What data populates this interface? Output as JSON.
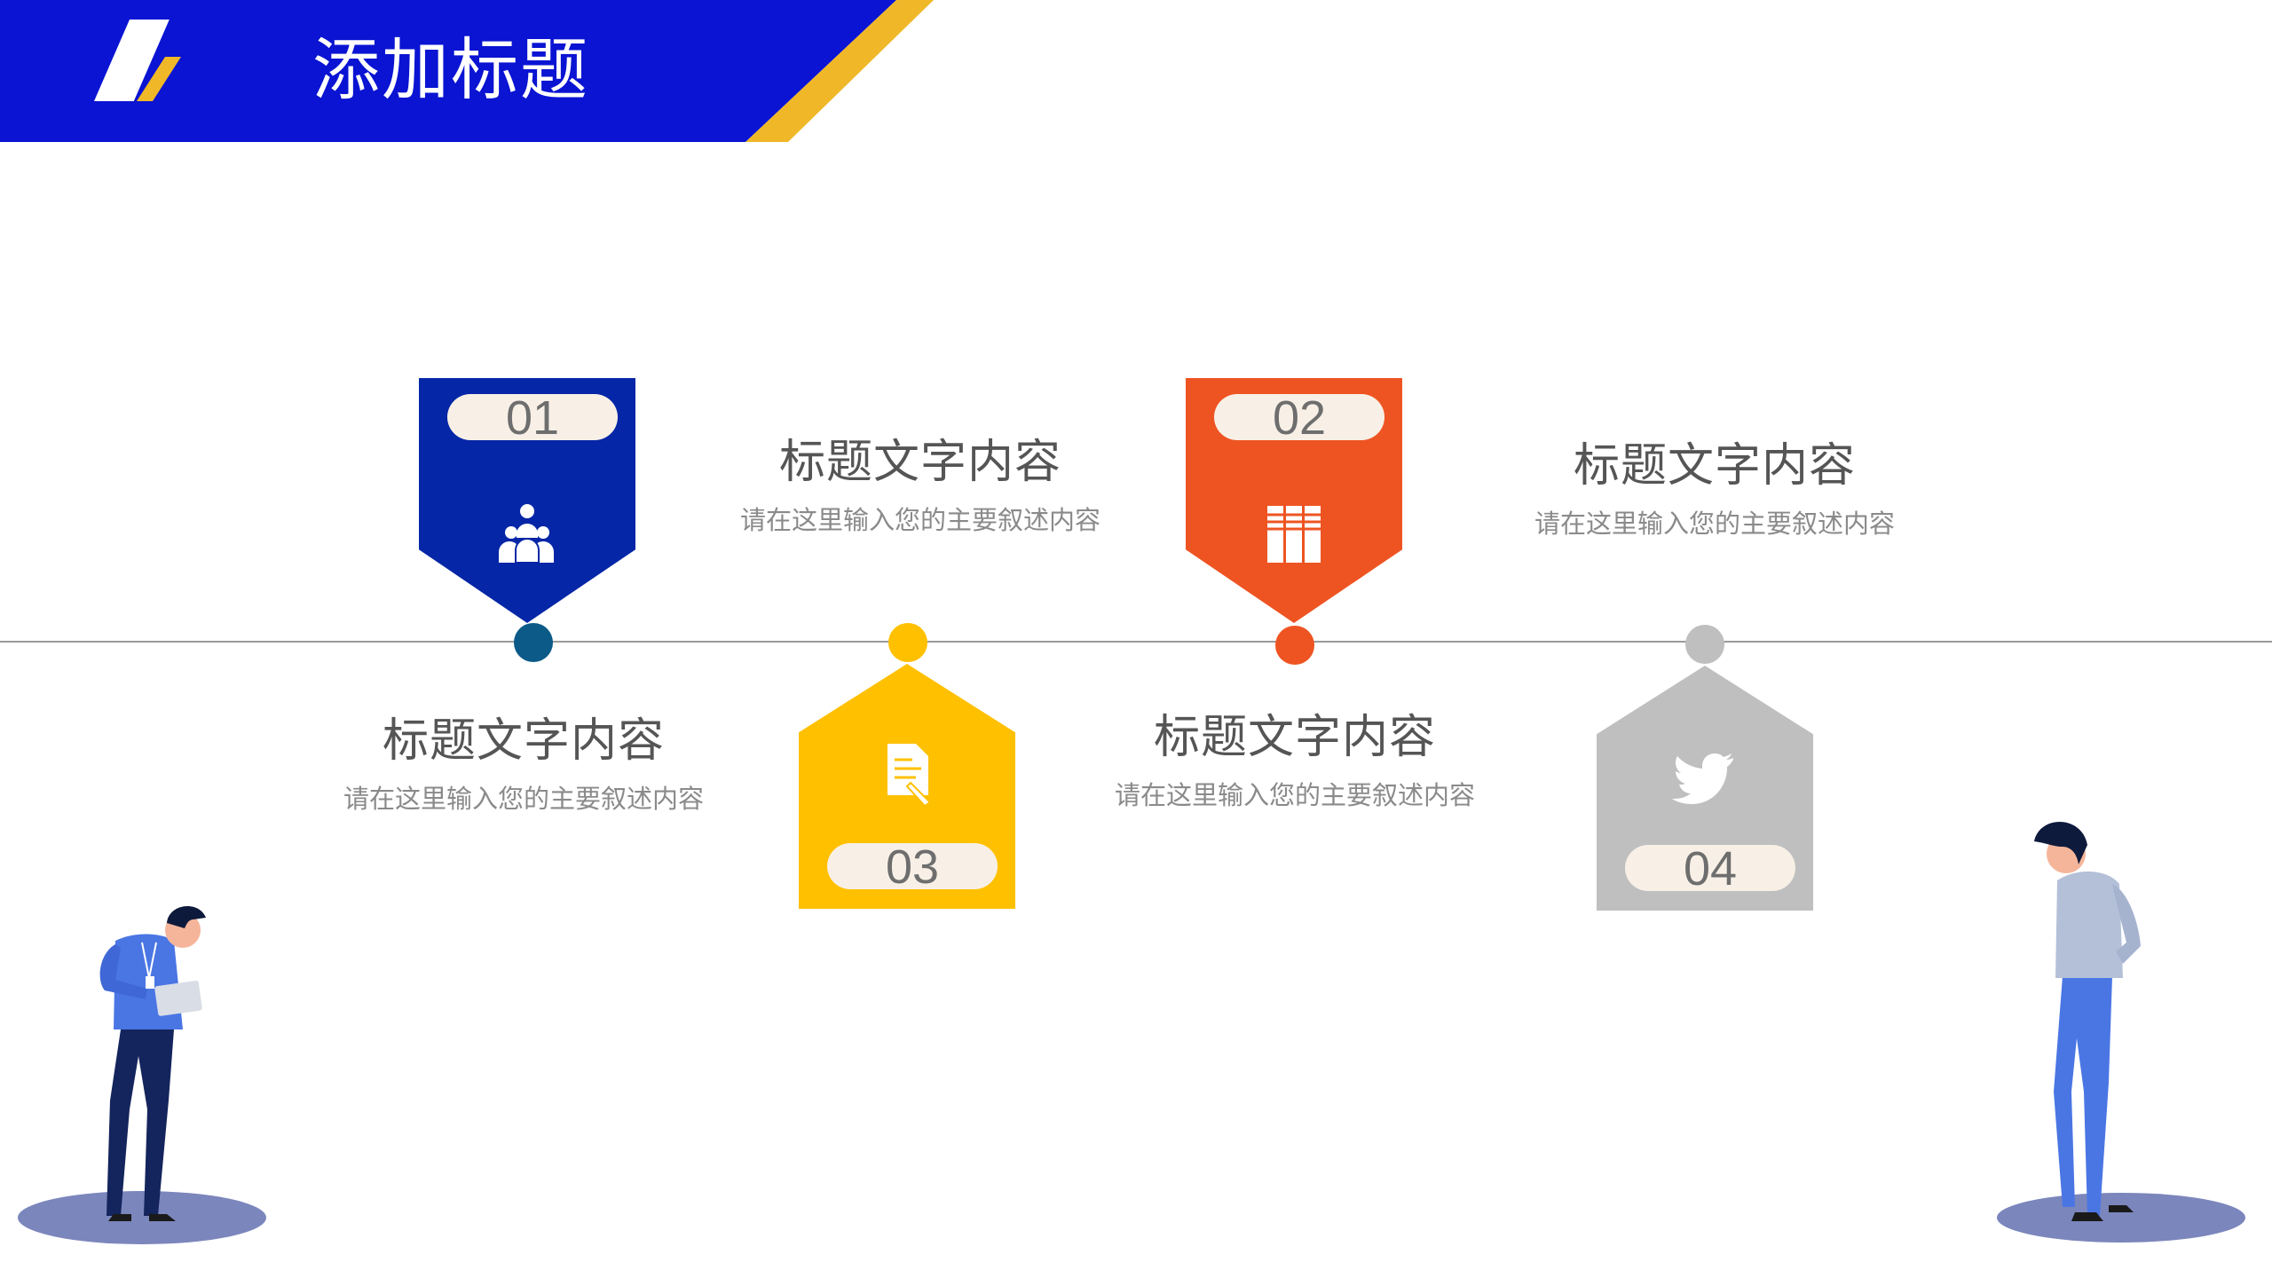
{
  "header": {
    "title": "添加标题",
    "colors": {
      "blue": "#0a14d2",
      "yellow": "#f0b828"
    }
  },
  "timeline": {
    "steps": [
      {
        "number": "01",
        "color": "#0526a6",
        "dot_color": "#0b5a87",
        "icon": "team-icon",
        "title": "标题文字内容",
        "desc": "请在这里输入您的主要叙述内容"
      },
      {
        "number": "03",
        "color": "#ffc000",
        "dot_color": "#ffc000",
        "icon": "document-edit-icon",
        "title": "标题文字内容",
        "desc": "请在这里输入您的主要叙述内容"
      },
      {
        "number": "02",
        "color": "#ee5422",
        "dot_color": "#ee5422",
        "icon": "books-icon",
        "title": "标题文字内容",
        "desc": "请在这里输入您的主要叙述内容"
      },
      {
        "number": "04",
        "color": "#bfbfbf",
        "dot_color": "#bfbfbf",
        "icon": "bird-icon",
        "title": "标题文字内容",
        "desc": "请在这里输入您的主要叙述内容"
      }
    ]
  },
  "illustrations": {
    "left_person": "man-reading-tablet",
    "right_person": "man-standing-looking-down"
  }
}
